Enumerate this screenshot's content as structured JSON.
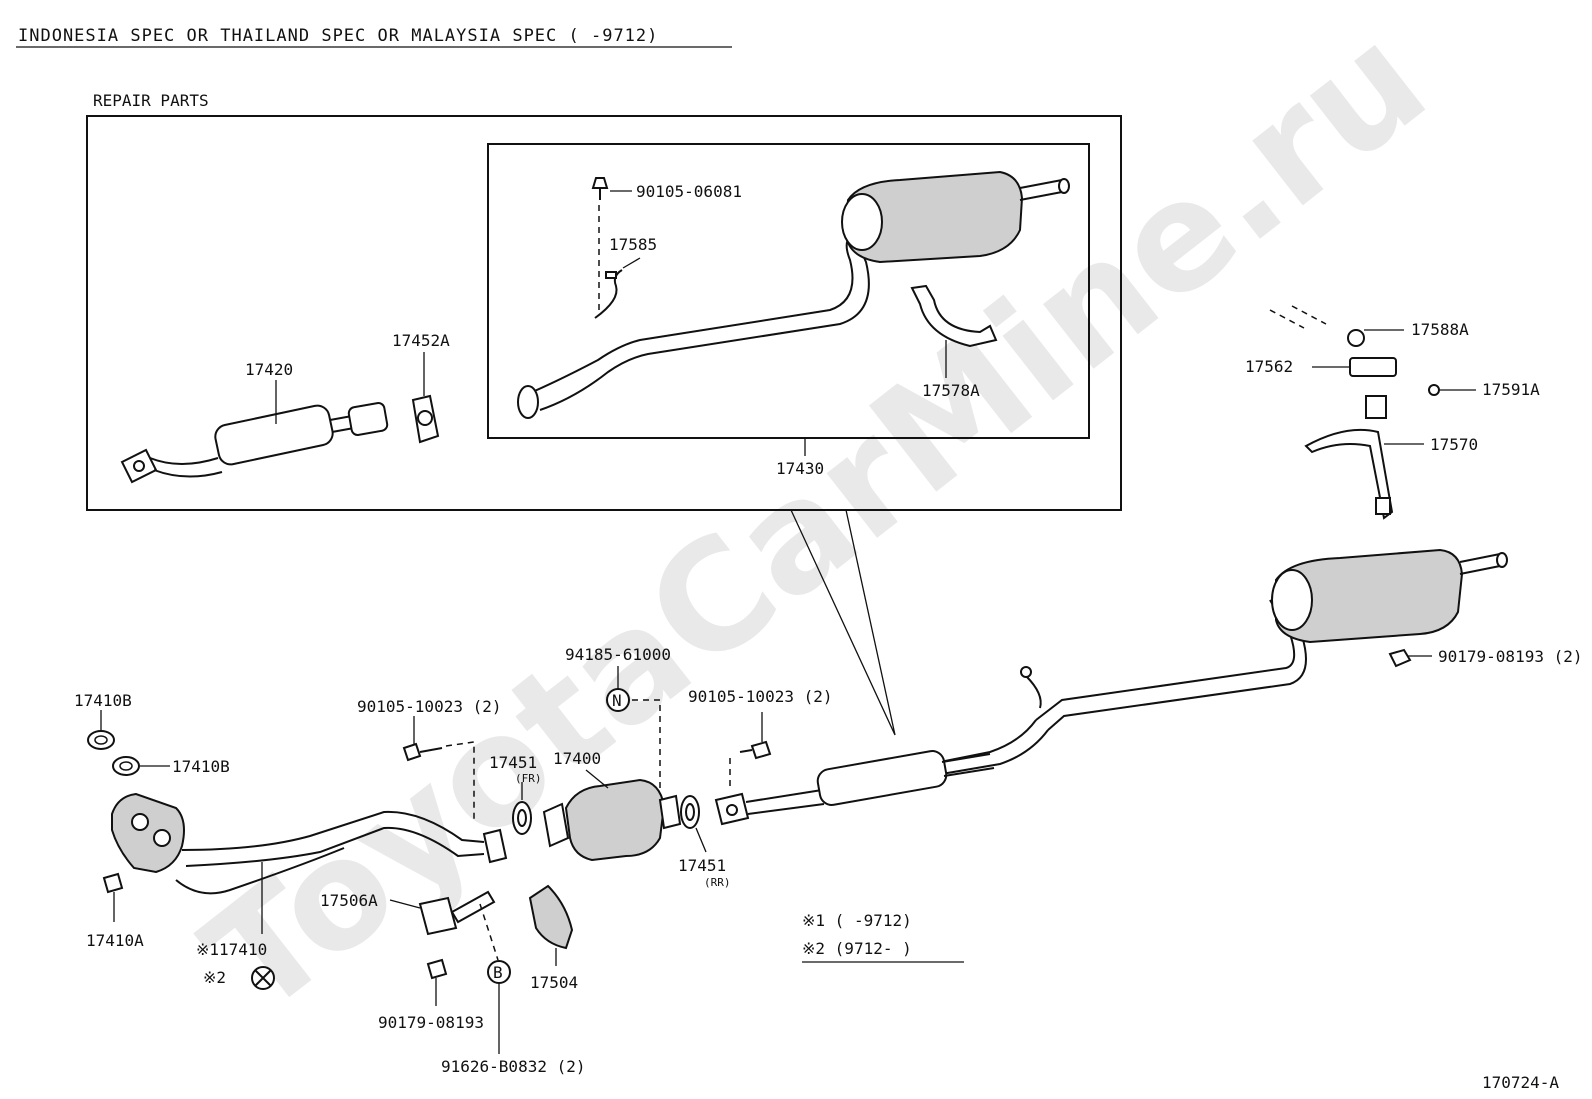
{
  "header": {
    "spec_title": "INDONESIA SPEC OR THAILAND SPEC OR MALAYSIA SPEC (     -9712)"
  },
  "watermark": "ToyotaCarMine.ru",
  "repair_parts": {
    "heading": "REPAIR PARTS",
    "parts": {
      "p17420": "17420",
      "p17452A": "17452A",
      "p90105_06081": "90105-06081",
      "p17585": "17585",
      "p17578A": "17578A",
      "p17430": "17430"
    }
  },
  "parts": {
    "p17588A": "17588A",
    "p17562": "17562",
    "p17591A": "17591A",
    "p17570": "17570",
    "p90179_08193_2": "90179-08193 (2)",
    "p94185_61000": "94185-61000",
    "p90105_10023_2_left": "90105-10023 (2)",
    "p90105_10023_2_right": "90105-10023 (2)",
    "p17400": "17400",
    "p17451_fr": "17451",
    "p17451_fr_note": "(FR)",
    "p17451_rr": "17451",
    "p17451_rr_note": "(RR)",
    "p17410B_top": "17410B",
    "p17410B": "17410B",
    "p17410A": "17410A",
    "p17410": "※117410",
    "p17410_alt": "※2",
    "p17506A": "17506A",
    "p17504": "17504",
    "p90179_08193": "90179-08193",
    "p91626_B0832_2": "91626-B0832 (2)",
    "symbol_n": "N",
    "symbol_b": "B"
  },
  "legend": {
    "note1": "※1 (      -9712)",
    "note2": "※2 (9712-      )"
  },
  "footer": {
    "diagram_id": "170724-A"
  }
}
